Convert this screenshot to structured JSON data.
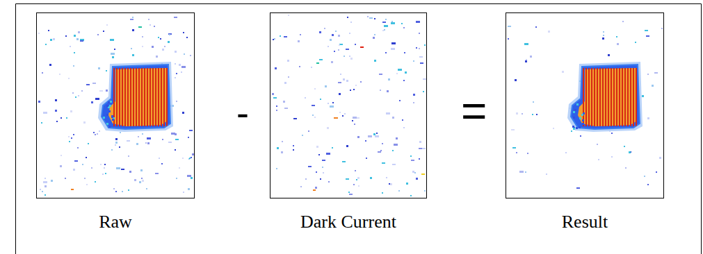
{
  "diagram": {
    "nodes": [
      {
        "text": [
          "Raw"
        ]
      },
      {
        "text": [
          "Dark Current"
        ]
      },
      {
        "text": [
          "Result"
        ]
      }
    ],
    "labels": [
      "-",
      "="
    ]
  }
}
